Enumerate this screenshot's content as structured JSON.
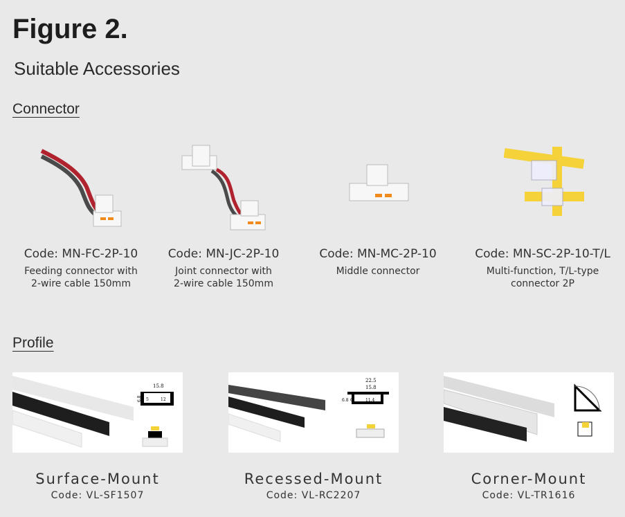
{
  "title": "Figure 2.",
  "subtitle": "Suitable Accessories",
  "sections": {
    "connector": "Connector",
    "profile": "Profile"
  },
  "connectors": [
    {
      "code": "Code: MN-FC-2P-10",
      "desc1": "Feeding connector with",
      "desc2": "2-wire cable 150mm"
    },
    {
      "code": "Code: MN-JC-2P-10",
      "desc1": "Joint connector with",
      "desc2": "2-wire cable 150mm"
    },
    {
      "code": "Code: MN-MC-2P-10",
      "desc1": "Middle connector",
      "desc2": ""
    },
    {
      "code": "Code: MN-SC-2P-10-T/L",
      "desc1": "Multi-function, T/L-type",
      "desc2": "connector 2P"
    }
  ],
  "profiles": [
    {
      "name": "Surface-Mount",
      "code": "Code: VL-SF1507",
      "dims": [
        "15.8",
        "6.8",
        "5",
        "12"
      ]
    },
    {
      "name": "Recessed-Mount",
      "code": "Code: VL-RC2207",
      "dims": [
        "22.5",
        "15.8",
        "6.8",
        "6",
        "11.4"
      ]
    },
    {
      "name": "Corner-Mount",
      "code": "Code: VL-TR1616"
    }
  ],
  "colors": {
    "background": "#e9e9ea",
    "wire_red": "#b0232e",
    "wire_black": "#4a4a4a",
    "contact": "#f08a1c",
    "strip": "#f5d23a"
  }
}
